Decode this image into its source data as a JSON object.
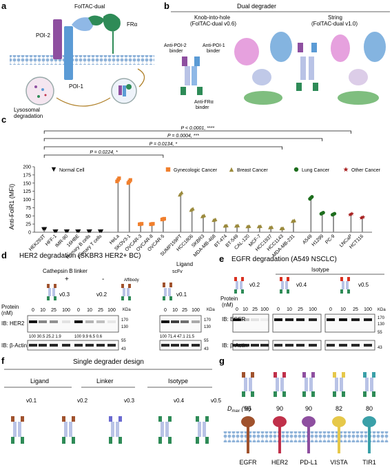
{
  "panel_letters": {
    "a": "a",
    "b": "b",
    "c": "c",
    "d": "d",
    "e": "e",
    "f": "f",
    "g": "g"
  },
  "panel_a": {
    "folTAC": "FolTAC-dual",
    "poi2": "POI-2",
    "poi1": "POI-1",
    "fra": "FRα",
    "lyso": "Lysosomal\ndegradation"
  },
  "panel_b": {
    "title": "Dual degrader",
    "kih_title": "Knob-into-hole",
    "kih_sub": "(FolTAC-dual v0.6)",
    "string_title": "String",
    "string_sub": "(FolTAC-dual v1.0)",
    "anti_poi2": "Anti-POI-2",
    "anti_poi1": "Anti-POI-1",
    "binder": "binder",
    "anti_fra": "Anti-FRα",
    "colors": {
      "purple": "#8e4fa0",
      "blue": "#5b9bd5",
      "lightblue": "#b9c3e6",
      "green": "#2e8b57",
      "pink": "#e08ad6"
    }
  },
  "chart_data": {
    "type": "bar",
    "ylabel": "Anti-FolR1 (MFI)",
    "ylim": [
      0,
      200
    ],
    "yticks": [
      "0",
      "25",
      "50",
      "75",
      "100",
      "125",
      "150",
      "175",
      "200"
    ],
    "legend": [
      {
        "name": "Normal Cell",
        "color": "#111111",
        "marker": "triangle-down"
      },
      {
        "name": "Gynecologic Cancer",
        "color": "#f07f2d",
        "marker": "square"
      },
      {
        "name": "Breast Cancer",
        "color": "#9b8a3c",
        "marker": "triangle-up"
      },
      {
        "name": "Lung Cancer",
        "color": "#1e6e1e",
        "marker": "circle"
      },
      {
        "name": "Other Cancer",
        "color": "#a82020",
        "marker": "star"
      }
    ],
    "pvalues": [
      "P < 0.0001, ****",
      "P = 0.0004, ***",
      "P = 0.0134, *",
      "P = 0.0224, *"
    ],
    "categories": [
      {
        "label": "HEK293T",
        "group": 0,
        "value": 10
      },
      {
        "label": "HFF-1",
        "group": 0,
        "value": 3
      },
      {
        "label": "IMR-90",
        "group": 0,
        "value": 3
      },
      {
        "label": "16HBE",
        "group": 0,
        "value": 3
      },
      {
        "label": "Primary B cells",
        "group": 0,
        "value": 3
      },
      {
        "label": "Primary T cells",
        "group": 0,
        "value": 3
      },
      {
        "label": "HeLa",
        "group": 1,
        "value": 160
      },
      {
        "label": "SKOV3-1",
        "group": 1,
        "value": 155
      },
      {
        "label": "OVCAR-3",
        "group": 1,
        "value": 25
      },
      {
        "label": "OVCAR-8",
        "group": 1,
        "value": 25
      },
      {
        "label": "OVCAR-5",
        "group": 1,
        "value": 40
      },
      {
        "label": "SUMP159PT",
        "group": 2,
        "value": 118
      },
      {
        "label": "HCC1806",
        "group": 2,
        "value": 70
      },
      {
        "label": "SKBR3",
        "group": 2,
        "value": 50
      },
      {
        "label": "MDA-MB-468",
        "group": 2,
        "value": 38
      },
      {
        "label": "BT-474",
        "group": 2,
        "value": 20
      },
      {
        "label": "BT-549",
        "group": 2,
        "value": 20
      },
      {
        "label": "CAL-120",
        "group": 2,
        "value": 18
      },
      {
        "label": "MCF-7",
        "group": 2,
        "value": 18
      },
      {
        "label": "HCC1937",
        "group": 2,
        "value": 15
      },
      {
        "label": "HCC1143",
        "group": 2,
        "value": 12
      },
      {
        "label": "MDA-MB-231",
        "group": 2,
        "value": 35
      },
      {
        "label": "A549",
        "group": 3,
        "value": 105
      },
      {
        "label": "H1299",
        "group": 3,
        "value": 58
      },
      {
        "label": "PC-9",
        "group": 3,
        "value": 55
      },
      {
        "label": "LNCaP",
        "group": 4,
        "value": 55
      },
      {
        "label": "HCT116",
        "group": 4,
        "value": 45
      }
    ]
  },
  "panel_d": {
    "title": "HER2 degradation (SKBR3 HER2+ BC)",
    "cathepsin": "Cathepsin B linker",
    "plus": "+",
    "minus": "-",
    "affibody": "Affibody",
    "ligand": "Ligand",
    "scfv": "scFv",
    "v03": "v0.3",
    "v02": "v0.2",
    "v01": "v0.1",
    "protein": "Protein",
    "nm": "(nM)",
    "conc": [
      "0",
      "10",
      "25",
      "100",
      "0",
      "10",
      "25",
      "100"
    ],
    "conc2": [
      "0",
      "10",
      "25",
      "100"
    ],
    "kda": "KDa",
    "ib_her2": "IB: HER2",
    "ib_actin": "IB: β-Actin",
    "m170": "170",
    "m130": "130",
    "m55": "55",
    "m43": "43",
    "quant1": "100 30.5 25.2 1.9",
    "quant2": "100 9.9  6.5  0.6",
    "quant3": "100 71.4 47.1 21.5"
  },
  "panel_e": {
    "title": "EGFR degradation (A549 NSCLC)",
    "isotype": "Isotype",
    "v02": "v0.2",
    "v04": "v0.4",
    "v05": "v0.5",
    "protein": "Protein",
    "nm": "(nM)",
    "conc": [
      "0",
      "10",
      "25",
      "100"
    ],
    "kda": "KDa",
    "ib_egfr": "IB: EGFR",
    "ib_actin": "IB: β-Actin",
    "m170": "170",
    "m130": "130",
    "m55": "55",
    "m43": "43"
  },
  "panel_f": {
    "title": "Single degrader design",
    "ligand": "Ligand",
    "linker": "Linker",
    "isotype": "Isotype",
    "versions": [
      "v0.1",
      "v0.2",
      "v0.3",
      "v0.4",
      "v0.5"
    ]
  },
  "panel_g": {
    "dmax_label": "D",
    "dmax_sub": "max",
    "dmax_unit": " (%)",
    "values": [
      "95",
      "90",
      "90",
      "82",
      "80"
    ],
    "targets": [
      "EGFR",
      "HER2",
      "PD-L1",
      "VISTA",
      "TIR1"
    ],
    "target_colors": [
      "#a0522d",
      "#c0304a",
      "#8e4fa0",
      "#e6c84a",
      "#3aa0a8"
    ]
  }
}
